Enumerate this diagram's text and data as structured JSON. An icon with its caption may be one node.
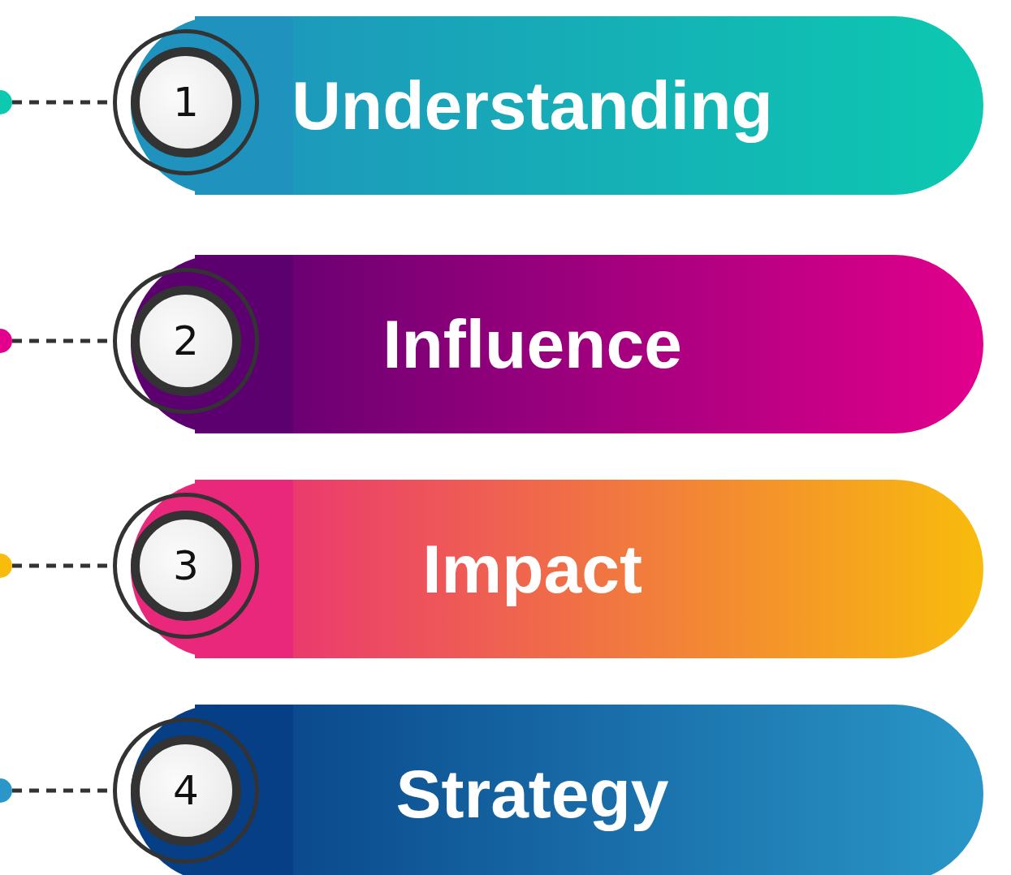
{
  "diagram": {
    "nodes": [
      {
        "text": [],
        "shape": "circle"
      },
      {
        "text": [
          "1"
        ]
      },
      {
        "text": [
          "Understanding"
        ]
      },
      {
        "text": [],
        "shape": "circle"
      },
      {
        "text": [
          "2"
        ]
      },
      {
        "text": [
          "Influence"
        ]
      },
      {
        "text": [],
        "shape": "circle"
      },
      {
        "text": [
          "3"
        ]
      },
      {
        "text": [
          "Impact"
        ]
      },
      {
        "text": [],
        "shape": "circle"
      },
      {
        "text": [
          "4"
        ]
      },
      {
        "text": [
          "Strategy"
        ]
      }
    ],
    "edges": [
      {
        "from": 0,
        "to": 1,
        "arrow": "none",
        "style": "dashed"
      },
      {
        "from": 3,
        "to": 4,
        "arrow": "none",
        "style": "dashed"
      },
      {
        "from": 6,
        "to": 7,
        "arrow": "none",
        "style": "dashed"
      },
      {
        "from": 9,
        "to": 10,
        "arrow": "none",
        "style": "dashed"
      }
    ]
  }
}
